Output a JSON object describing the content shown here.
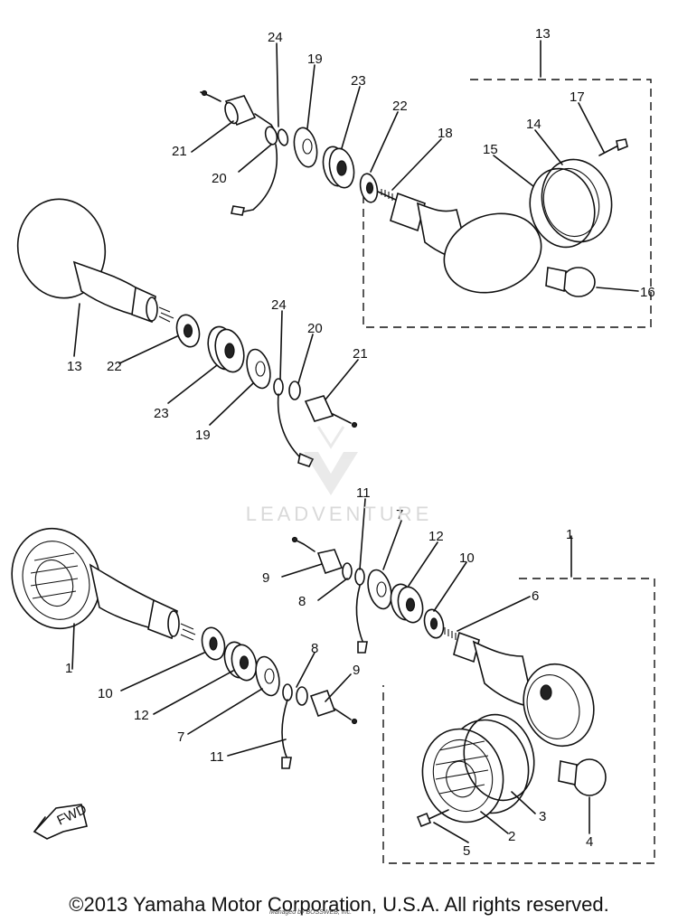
{
  "footer": {
    "copyright": "©2013 Yamaha Motor Corporation, U.S.A. All rights reserved.",
    "credit": "Managed by BOSSWEB, Inc."
  },
  "watermark": {
    "text": "LEADVENTURE"
  },
  "fwd_label": "FWD",
  "callouts": {
    "c13_top": "13",
    "c24_a": "24",
    "c19_a": "19",
    "c23_a": "23",
    "c22_a": "22",
    "c18": "18",
    "c17": "17",
    "c14": "14",
    "c15": "15",
    "c21_a": "21",
    "c20_a": "20",
    "c16": "16",
    "c13_left": "13",
    "c24_b": "24",
    "c20_b": "20",
    "c21_b": "21",
    "c22_b": "22",
    "c23_b": "23",
    "c19_b": "19",
    "c11_a": "11",
    "c7_a": "7",
    "c12_a": "12",
    "c10_a": "10",
    "c9_a": "9",
    "c8_a": "8",
    "c1_right": "1",
    "c6": "6",
    "c1_left": "1",
    "c10_b": "10",
    "c12_b": "12",
    "c8_b": "8",
    "c9_b": "9",
    "c7_b": "7",
    "c11_b": "11",
    "c3": "3",
    "c5": "5",
    "c2": "2",
    "c4": "4"
  }
}
